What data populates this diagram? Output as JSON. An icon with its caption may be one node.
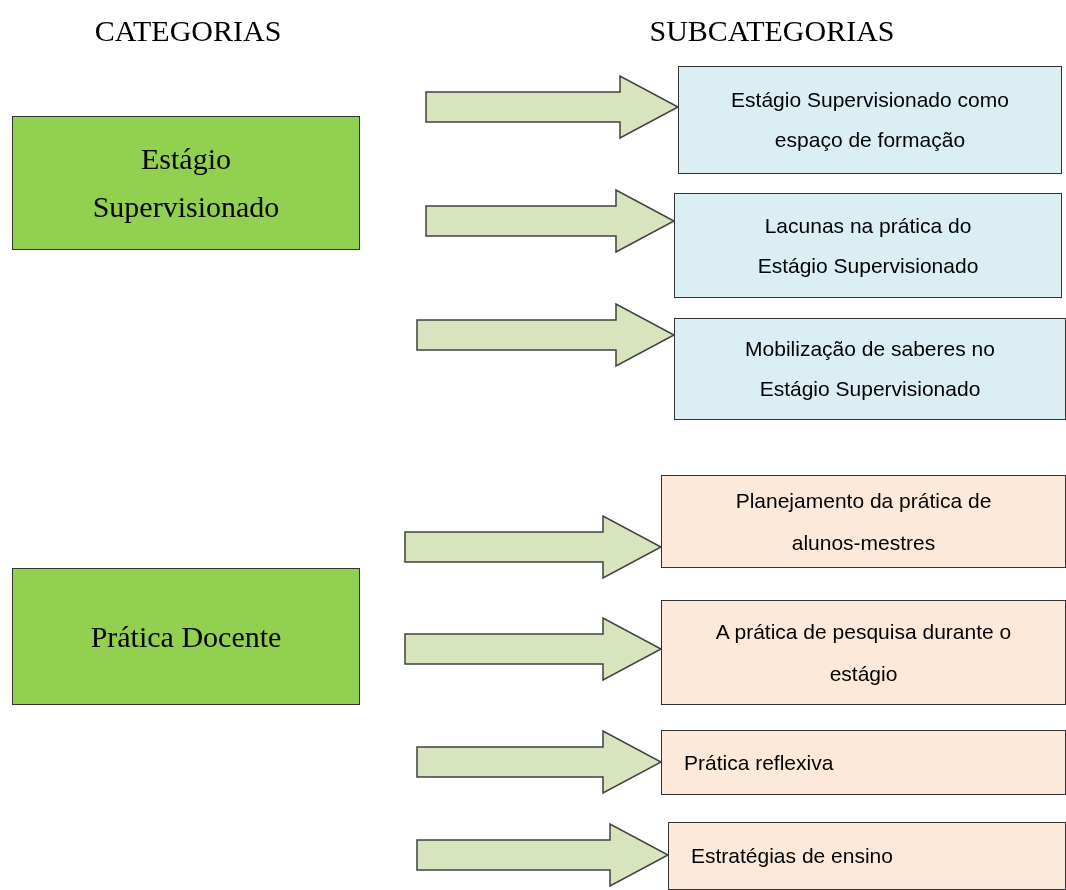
{
  "diagram": {
    "nodes": [
      {
        "text": [
          "Estágio Supervisionado"
        ]
      },
      {
        "text": [
          "Estágio Supervisionado como espaço de formação"
        ]
      },
      {
        "text": [
          "Lacunas na prática do Estágio Supervisionado"
        ]
      },
      {
        "text": [
          "Mobilização de saberes no Estágio Supervisionado"
        ]
      },
      {
        "text": [
          "Prática Docente"
        ]
      },
      {
        "text": [
          "Planejamento da prática de alunos-mestres"
        ]
      },
      {
        "text": [
          "A prática de pesquisa durante o estágio"
        ]
      },
      {
        "text": [
          "Prática reflexiva"
        ]
      },
      {
        "text": [
          "Estratégias de ensino"
        ]
      }
    ],
    "edges": [
      {
        "from": null,
        "to": 1,
        "arrow": "to"
      },
      {
        "from": null,
        "to": 2,
        "arrow": "to"
      },
      {
        "from": null,
        "to": 3,
        "arrow": "to"
      },
      {
        "from": null,
        "to": 5,
        "arrow": "to"
      },
      {
        "from": null,
        "to": 6,
        "arrow": "to"
      },
      {
        "from": null,
        "to": 7,
        "arrow": "to"
      },
      {
        "from": null,
        "to": 8,
        "arrow": "to"
      }
    ],
    "labels": [
      "CATEGORIAS",
      "SUBCATEGORIAS"
    ]
  }
}
